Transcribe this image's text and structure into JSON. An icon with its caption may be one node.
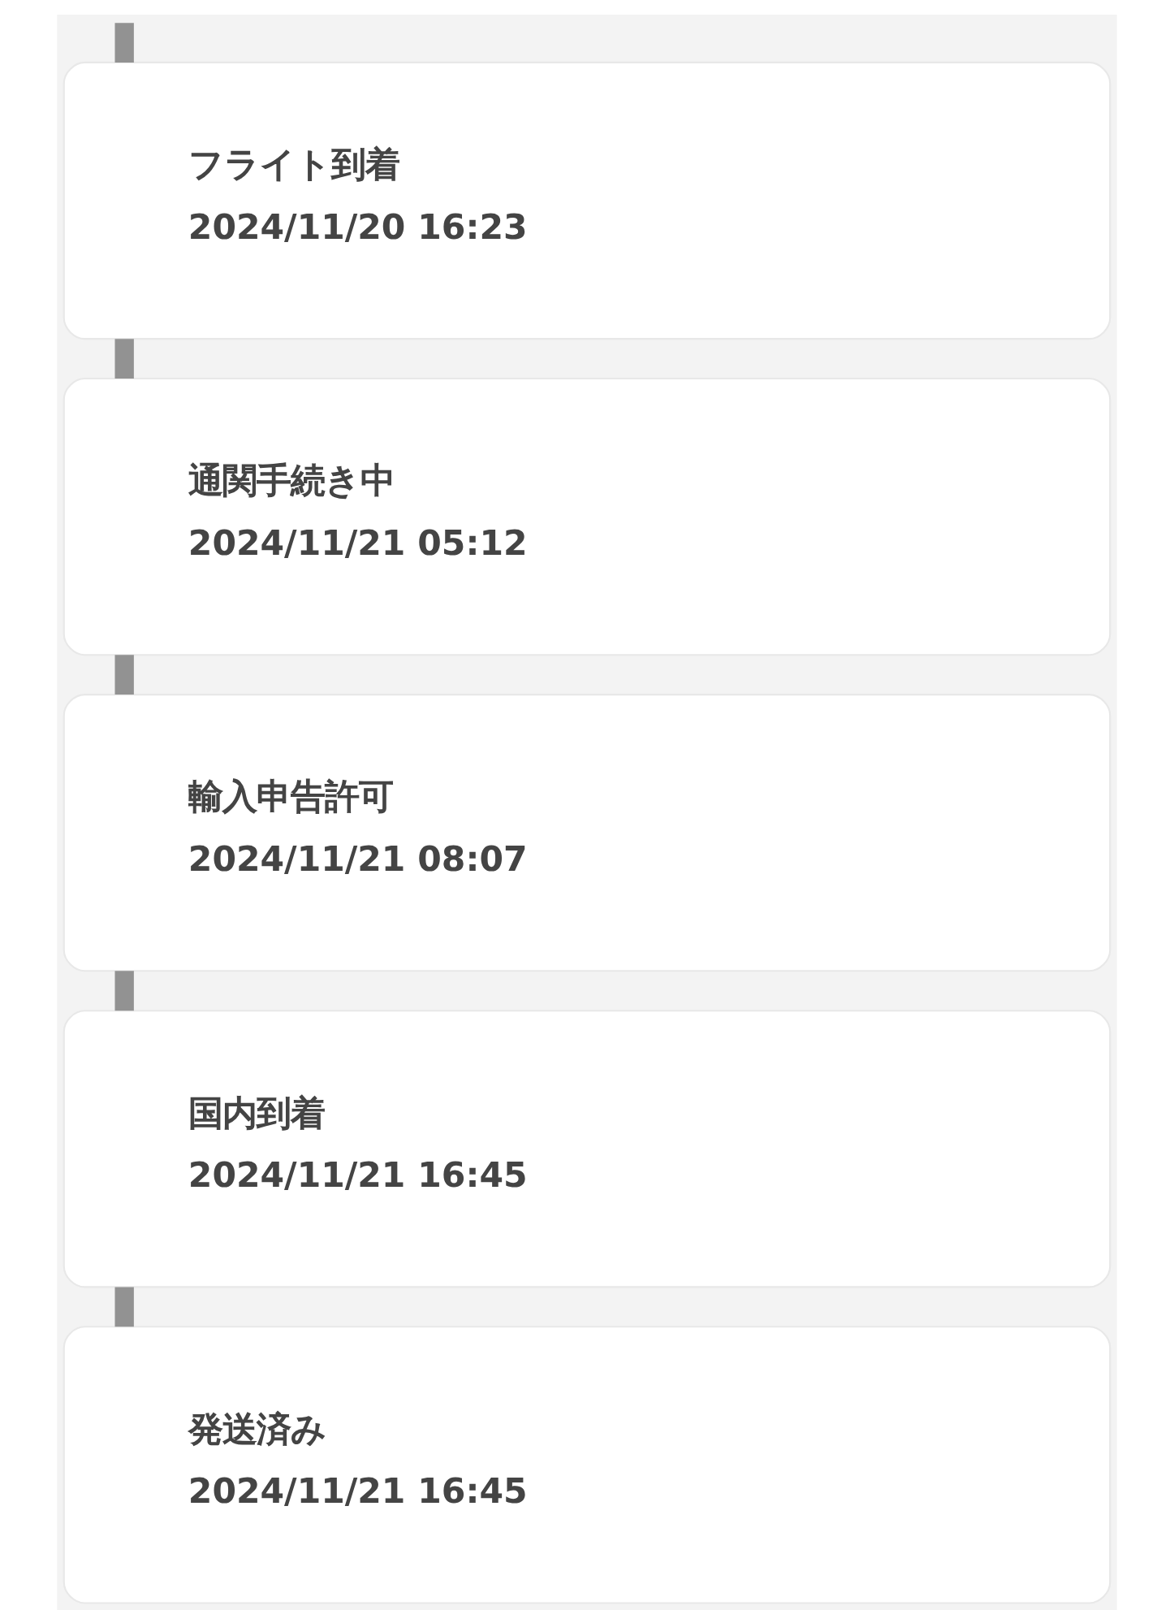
{
  "diagram": {
    "nodes": [
      {
        "text": [
          "フライト到着",
          "2024/11/20 16:23"
        ]
      },
      {
        "text": [
          "通関手続き中",
          "2024/11/21 05:12"
        ]
      },
      {
        "text": [
          "輸入申告許可",
          "2024/11/21 08:07"
        ]
      },
      {
        "text": [
          "国内到着",
          "2024/11/21 16:45"
        ]
      },
      {
        "text": [
          "発送済み",
          "2024/11/21 16:45"
        ]
      }
    ],
    "edges": [
      {
        "from": null,
        "to": 0,
        "arrow": "none"
      },
      {
        "from": 0,
        "to": 1,
        "arrow": "none"
      },
      {
        "from": 1,
        "to": 2,
        "arrow": "none"
      },
      {
        "from": 2,
        "to": 3,
        "arrow": "none"
      },
      {
        "from": 3,
        "to": 4,
        "arrow": "none"
      }
    ]
  }
}
